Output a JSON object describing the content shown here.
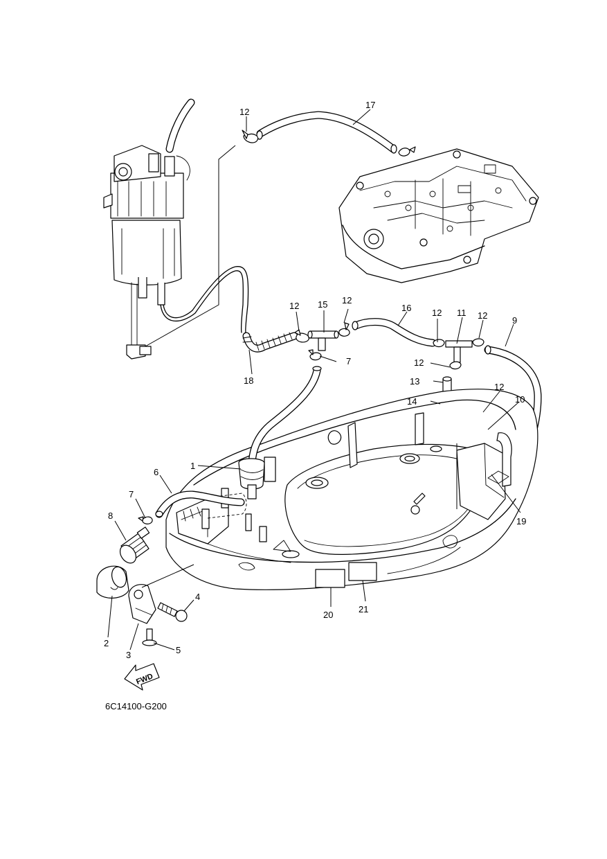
{
  "diagram_code": "6C14100-G200",
  "fwd_label": "FWD",
  "callouts": {
    "c1": "1",
    "c2": "2",
    "c3": "3",
    "c4": "4",
    "c5": "5",
    "c6": "6",
    "c7a": "7",
    "c7b": "7",
    "c8": "8",
    "c9": "9",
    "c10": "10",
    "c11": "11",
    "c12a": "12",
    "c12b": "12",
    "c12c": "12",
    "c12d": "12",
    "c12e": "12",
    "c12f": "12",
    "c12g": "12",
    "c13": "13",
    "c14": "14",
    "c15": "15",
    "c16": "16",
    "c17": "17",
    "c18": "18",
    "c19": "19",
    "c20": "20",
    "c21": "21"
  }
}
